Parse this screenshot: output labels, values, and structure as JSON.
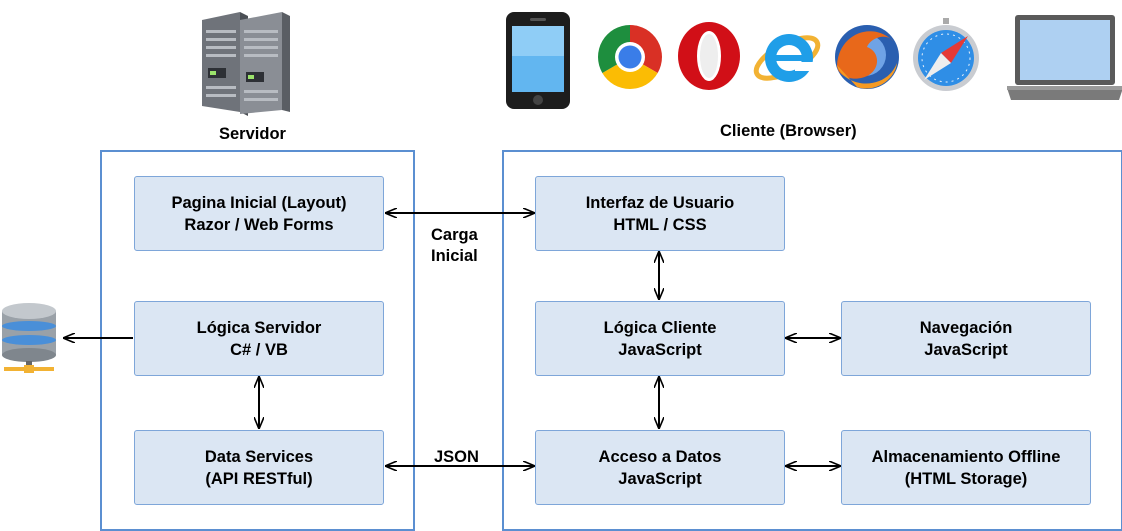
{
  "server": {
    "title": "Servidor",
    "boxes": {
      "layout": {
        "line1": "Pagina Inicial (Layout)",
        "line2": "Razor / Web Forms"
      },
      "logic": {
        "line1": "Lógica Servidor",
        "line2": "C# / VB"
      },
      "data_services": {
        "line1": "Data Services",
        "line2": "(API RESTful)"
      }
    }
  },
  "client": {
    "title": "Cliente (Browser)",
    "boxes": {
      "ui": {
        "line1": "Interfaz de Usuario",
        "line2": "HTML / CSS"
      },
      "logic": {
        "line1": "Lógica Cliente",
        "line2": "JavaScript"
      },
      "navigation": {
        "line1": "Navegación",
        "line2": "JavaScript"
      },
      "data_access": {
        "line1": "Acceso a Datos",
        "line2": "JavaScript"
      },
      "offline_storage": {
        "line1": "Almacenamiento Offline",
        "line2": "(HTML Storage)"
      }
    }
  },
  "connections": {
    "initial_load": {
      "line1": "Carga",
      "line2": "Inicial"
    },
    "json": "JSON"
  },
  "icons": [
    "server-icon",
    "database-icon",
    "smartphone-icon",
    "chrome-icon",
    "opera-icon",
    "internet-explorer-icon",
    "firefox-icon",
    "safari-icon",
    "laptop-icon"
  ],
  "colors": {
    "box_fill": "#dbe6f3",
    "box_border": "#7ea6d9",
    "container_border": "#5b8fd1"
  }
}
